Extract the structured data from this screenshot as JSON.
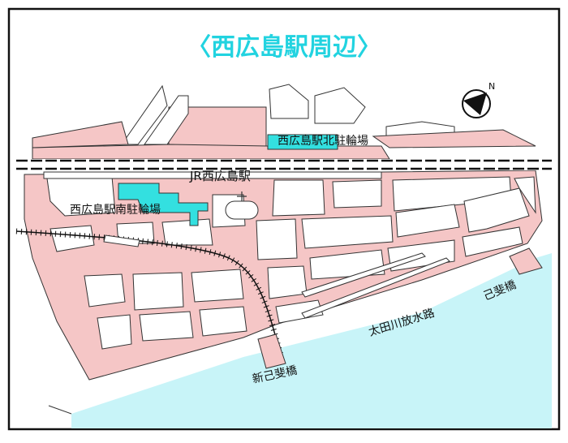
{
  "title": "〈西広島駅周辺〉",
  "labels": {
    "station": "JR西広島駅",
    "north_parking": "西広島駅北駐輪場",
    "south_parking": "西広島駅南駐輪場",
    "river": "太田川放水路",
    "bridge_new": "新己斐橋",
    "bridge_koi": "己斐橋",
    "north_mark": "N"
  },
  "colors": {
    "road": "#f5c6c6",
    "road_edge": "#333333",
    "parking": "#33e0e0",
    "water": "#c8f4f8",
    "title": "#22d3e0",
    "plaza": "#f0b8b8"
  }
}
